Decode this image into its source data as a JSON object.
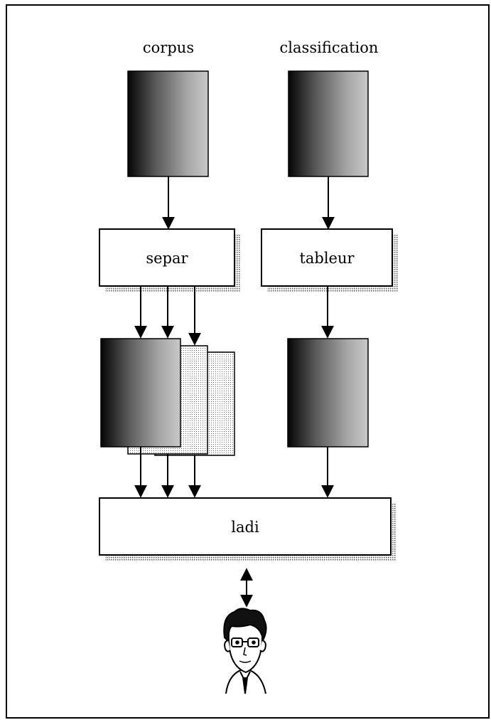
{
  "labels": {
    "corpus": "corpus",
    "classification": "classification",
    "separ": "separ",
    "tableur": "tableur",
    "ladi": "ladi"
  }
}
